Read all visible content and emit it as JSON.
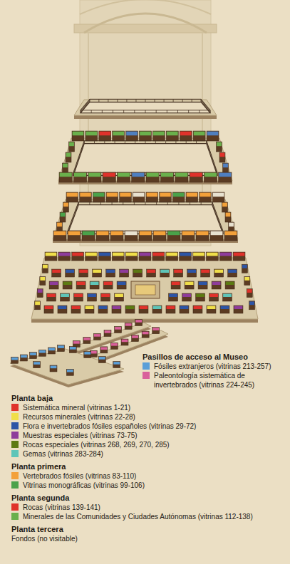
{
  "diagram": {
    "labels": [
      "Pasillos de acceso al Museo",
      "Planta baja",
      "Planta primera",
      "Planta segunda",
      "Planta tercera",
      "Fondos (no visitable)"
    ],
    "legend": [
      {
        "text": "Fósiles extranjeros (vitrinas 213-257)",
        "color": "#5b9fd8"
      },
      {
        "text": "Paleontología sistemática de invertebrados (vitrinas 224-245)",
        "color": "#d9609b"
      },
      {
        "text": "Sistemática mineral (vitrinas 1-21)",
        "color": "#e0322b"
      },
      {
        "text": "Recursos minerales (vitrinas 22-28)",
        "color": "#f0df4a"
      },
      {
        "text": "Flora e invertebrados fósiles españoles (vitrinas 29-72)",
        "color": "#2d55a6"
      },
      {
        "text": "Muestras especiales (vitrinas 73-75)",
        "color": "#8e3c9b"
      },
      {
        "text": "Rocas especiales (vitrinas 268, 269, 270, 285)",
        "color": "#5c7a12"
      },
      {
        "text": "Gemas (vitrinas 283-284)",
        "color": "#5fc5b8"
      },
      {
        "text": "Vertebrados fósiles (vitrinas 83-110)",
        "color": "#f3a13a"
      },
      {
        "text": "Vitrinas monográficas (vitrinas 99-106)",
        "color": "#4aa24a"
      },
      {
        "text": "Rocas (vitrinas 139-141)",
        "color": "#e0322b"
      },
      {
        "text": "Minerales de las Comunidades y Ciudades Autónomas (vitrinas 112-138)",
        "color": "#6ab04c"
      }
    ]
  }
}
